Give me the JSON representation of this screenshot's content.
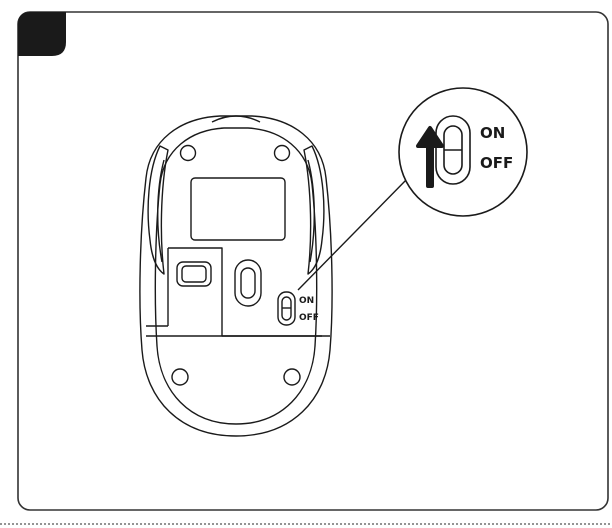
{
  "switch_labels": {
    "on": "ON",
    "off": "OFF"
  },
  "zoom_labels": {
    "on": "ON",
    "off": "OFF"
  },
  "colors": {
    "ink": "#1a1a1a",
    "frame": "#333333",
    "background": "#ffffff",
    "dotted_rule": "#555555"
  },
  "icons": {
    "step_marker": "black-square-tab",
    "direction": "up-arrow"
  }
}
